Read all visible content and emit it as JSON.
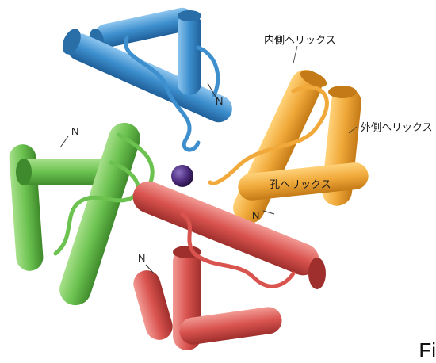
{
  "labels": {
    "inner_helix": "内側ヘリックス",
    "outer_helix": "外側ヘリックス",
    "pore_helix": "孔ヘリックス",
    "n_terminus_blue": "N",
    "n_terminus_green": "N",
    "n_terminus_orange": "N",
    "n_terminus_red": "N",
    "corner_text": "Fi"
  },
  "colors": {
    "blue": "#3d8fce",
    "green": "#6bc24f",
    "orange": "#f0a93a",
    "red": "#d9534f",
    "ion": "#4a2a7a"
  }
}
